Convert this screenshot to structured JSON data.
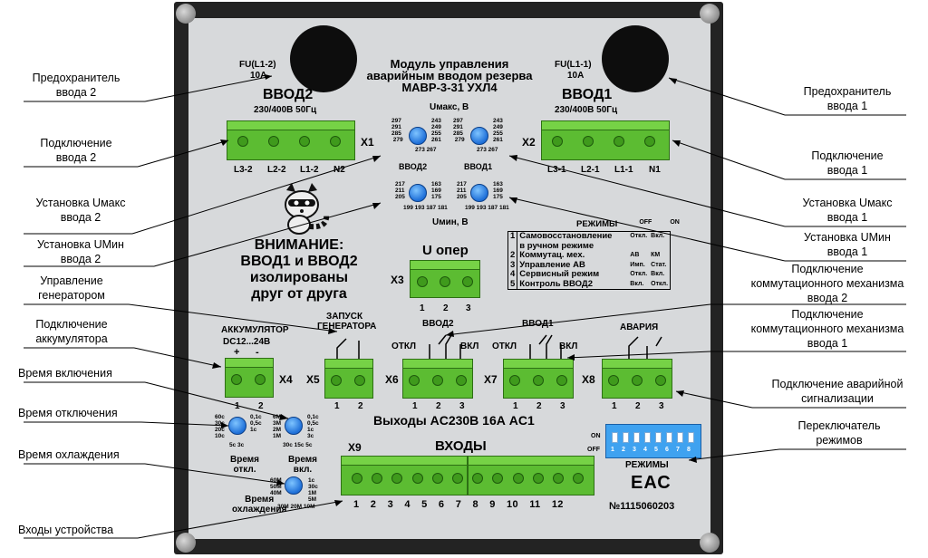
{
  "header": {
    "fu_left": "FU(L1-2)",
    "fu_left_rating": "10A",
    "title_line1": "Модуль управления",
    "title_line2": "аварийным вводом резерва",
    "title_line3": "МАВР-3-31 УХЛ4",
    "fu_right": "FU(L1-1)",
    "fu_right_rating": "10A"
  },
  "inputs": {
    "vvod2": "ВВОД2",
    "vvod2_spec": "230/400В 50Гц",
    "vvod1": "ВВОД1",
    "vvod1_spec": "230/400В 50Гц",
    "x1": "X1",
    "x2": "X2",
    "x1_pins": [
      "L3-2",
      "L2-2",
      "L1-2",
      "N2"
    ],
    "x2_pins": [
      "L3-1",
      "L2-1",
      "L1-1",
      "N1"
    ]
  },
  "umax": {
    "title": "Uмакс, В",
    "vals_left": [
      "297",
      "291",
      "285",
      "279",
      "243",
      "249",
      "255",
      "261",
      "267",
      "273"
    ],
    "label_left": "ВВОД2",
    "label_right": "ВВОД1"
  },
  "umin": {
    "title": "Uмин, В",
    "vals": [
      "217",
      "211",
      "205",
      "199",
      "193",
      "187",
      "181",
      "163",
      "169",
      "175"
    ]
  },
  "warning": {
    "line1": "ВНИМАНИЕ:",
    "line2": "ВВОД1 и ВВОД2",
    "line3": "изолированы",
    "line4": "друг от друга"
  },
  "x3": {
    "name": "X3",
    "title": "U опер",
    "pins": [
      "1",
      "2",
      "3"
    ]
  },
  "modes_table": {
    "title": "РЕЖИМЫ",
    "col_off": "OFF",
    "col_on": "ON",
    "rows": [
      {
        "n": "1",
        "text": "Самовосстановление",
        "off": "Откл.",
        "on": "Вкл."
      },
      {
        "n": "",
        "text": "в ручном режиме",
        "off": "",
        "on": ""
      },
      {
        "n": "2",
        "text": "Коммутац. мех.",
        "off": "АВ",
        "on": "КМ"
      },
      {
        "n": "3",
        "text": "Управление АВ",
        "off": "Имп.",
        "on": "Стат."
      },
      {
        "n": "4",
        "text": "Сервисный режим",
        "off": "Откл.",
        "on": "Вкл."
      },
      {
        "n": "5",
        "text": "Контроль ВВОД2",
        "off": "Вкл.",
        "on": "Откл."
      }
    ]
  },
  "bottom_terms": {
    "battery_title": "АККУМУЛЯТОР",
    "battery_volt": "DC12...24В",
    "plus": "+",
    "minus": "-",
    "x4": "X4",
    "x5": "X5",
    "x5_title1": "ЗАПУСК",
    "x5_title2": "ГЕНЕРАТОРА",
    "x6": "X6",
    "x6_title": "ВВОД2",
    "x7": "X7",
    "x7_title": "ВВОД1",
    "x8": "X8",
    "x8_title": "АВАРИЯ",
    "otkl": "ОТКЛ",
    "vkl": "ВКЛ",
    "outputs": "Выходы  AC230В  16А  AC1",
    "pins12": [
      "1",
      "2"
    ],
    "pins123": [
      "1",
      "2",
      "3"
    ]
  },
  "timers": {
    "off_label1": "Время",
    "off_label2": "откл.",
    "on_label1": "Время",
    "on_label2": "вкл.",
    "cool_label1": "Время",
    "cool_label2": "охлаждения",
    "off_vals": [
      "60c",
      "30c",
      "20c",
      "10c",
      "5c",
      "3c",
      "1c",
      "0,5c",
      "0,1c"
    ],
    "on_vals": [
      "6M",
      "3M",
      "2M",
      "1M",
      "30c",
      "15c",
      "5c",
      "3c",
      "1c",
      "0,5c",
      "0,1c"
    ],
    "cool_vals": [
      "60M",
      "50M",
      "40M",
      "30M",
      "20M",
      "10M",
      "5M",
      "1M",
      "30c",
      "1c"
    ]
  },
  "inputs_block": {
    "x9": "X9",
    "title": "ВХОДЫ",
    "pins": [
      "1",
      "2",
      "3",
      "4",
      "5",
      "6",
      "7",
      "8",
      "9",
      "10",
      "11",
      "12"
    ]
  },
  "dip": {
    "on": "ON",
    "off": "OFF",
    "nums": [
      "1",
      "2",
      "3",
      "4",
      "5",
      "6",
      "7",
      "8"
    ],
    "label": "РЕЖИМЫ",
    "eac": "ЕАС",
    "serial": "№1115060203"
  },
  "callouts": {
    "fuse2": "Предохранитель\nввода 2",
    "conn2": "Подключение\nввода 2",
    "umax2": "Установка Uмакс\nввода 2",
    "umin2": "Установка UМин\nввода 2",
    "gen": "Управление\nгенератором",
    "batt": "Подключение\nаккумулятора",
    "t_on": "Время включения",
    "t_off": "Время отключения",
    "t_cool": "Время охлаждения",
    "inputs": "Входы устройства",
    "fuse1": "Предохранитель\nввода 1",
    "conn1": "Подключение\nввода 1",
    "umax1": "Установка Uмакс\nввода 1",
    "umin1": "Установка UМин\nввода 1",
    "mech2": "Подключение\nкоммутационного механизма\nввода 2",
    "mech1": "Подключение\nкоммутационного механизма\nввода 1",
    "alarm": "Подключение аварийной\nсигнализации",
    "switch": "Переключатель\nрежимов"
  }
}
